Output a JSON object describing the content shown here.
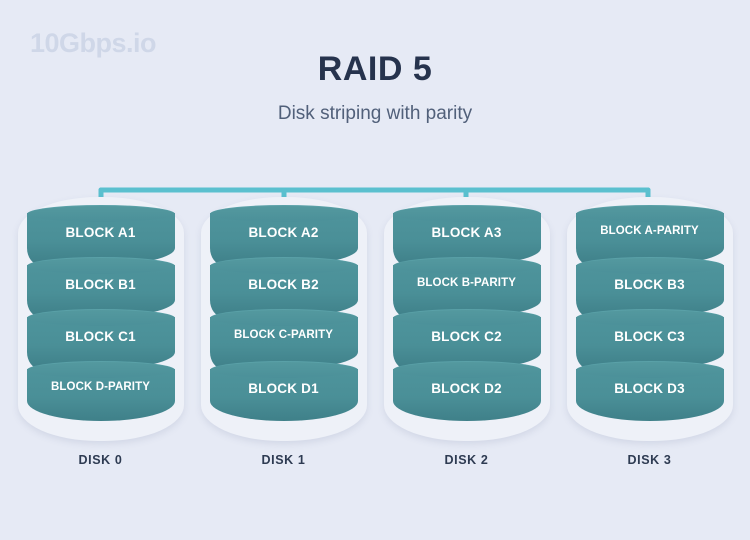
{
  "watermark": {
    "text": "10Gbps.io"
  },
  "header": {
    "title": "RAID 5",
    "subtitle": "Disk striping with parity"
  },
  "colors": {
    "background": "#e6eaf5",
    "disk_body": "#4a8f97",
    "disk_top": "#5aa1a8",
    "connector": "#5bc0cf",
    "title_text": "#26334d",
    "subtitle_text": "#51607a",
    "block_text": "#ffffff",
    "halo": "#eef1f8",
    "watermark_text": "#ccd4e6"
  },
  "connector": {
    "name": "striping-bracket",
    "drop_count": 4
  },
  "disks": [
    {
      "label": "DISK 0",
      "blocks": [
        {
          "text": "BLOCK A1",
          "parity": false
        },
        {
          "text": "BLOCK B1",
          "parity": false
        },
        {
          "text": "BLOCK C1",
          "parity": false
        },
        {
          "text": "BLOCK D-PARITY",
          "parity": true
        }
      ]
    },
    {
      "label": "DISK 1",
      "blocks": [
        {
          "text": "BLOCK A2",
          "parity": false
        },
        {
          "text": "BLOCK B2",
          "parity": false
        },
        {
          "text": "BLOCK C-PARITY",
          "parity": true
        },
        {
          "text": "BLOCK D1",
          "parity": false
        }
      ]
    },
    {
      "label": "DISK 2",
      "blocks": [
        {
          "text": "BLOCK A3",
          "parity": false
        },
        {
          "text": "BLOCK B-PARITY",
          "parity": true
        },
        {
          "text": "BLOCK C2",
          "parity": false
        },
        {
          "text": "BLOCK D2",
          "parity": false
        }
      ]
    },
    {
      "label": "DISK 3",
      "blocks": [
        {
          "text": "BLOCK A-PARITY",
          "parity": true
        },
        {
          "text": "BLOCK B3",
          "parity": false
        },
        {
          "text": "BLOCK C3",
          "parity": false
        },
        {
          "text": "BLOCK D3",
          "parity": false
        }
      ]
    }
  ]
}
